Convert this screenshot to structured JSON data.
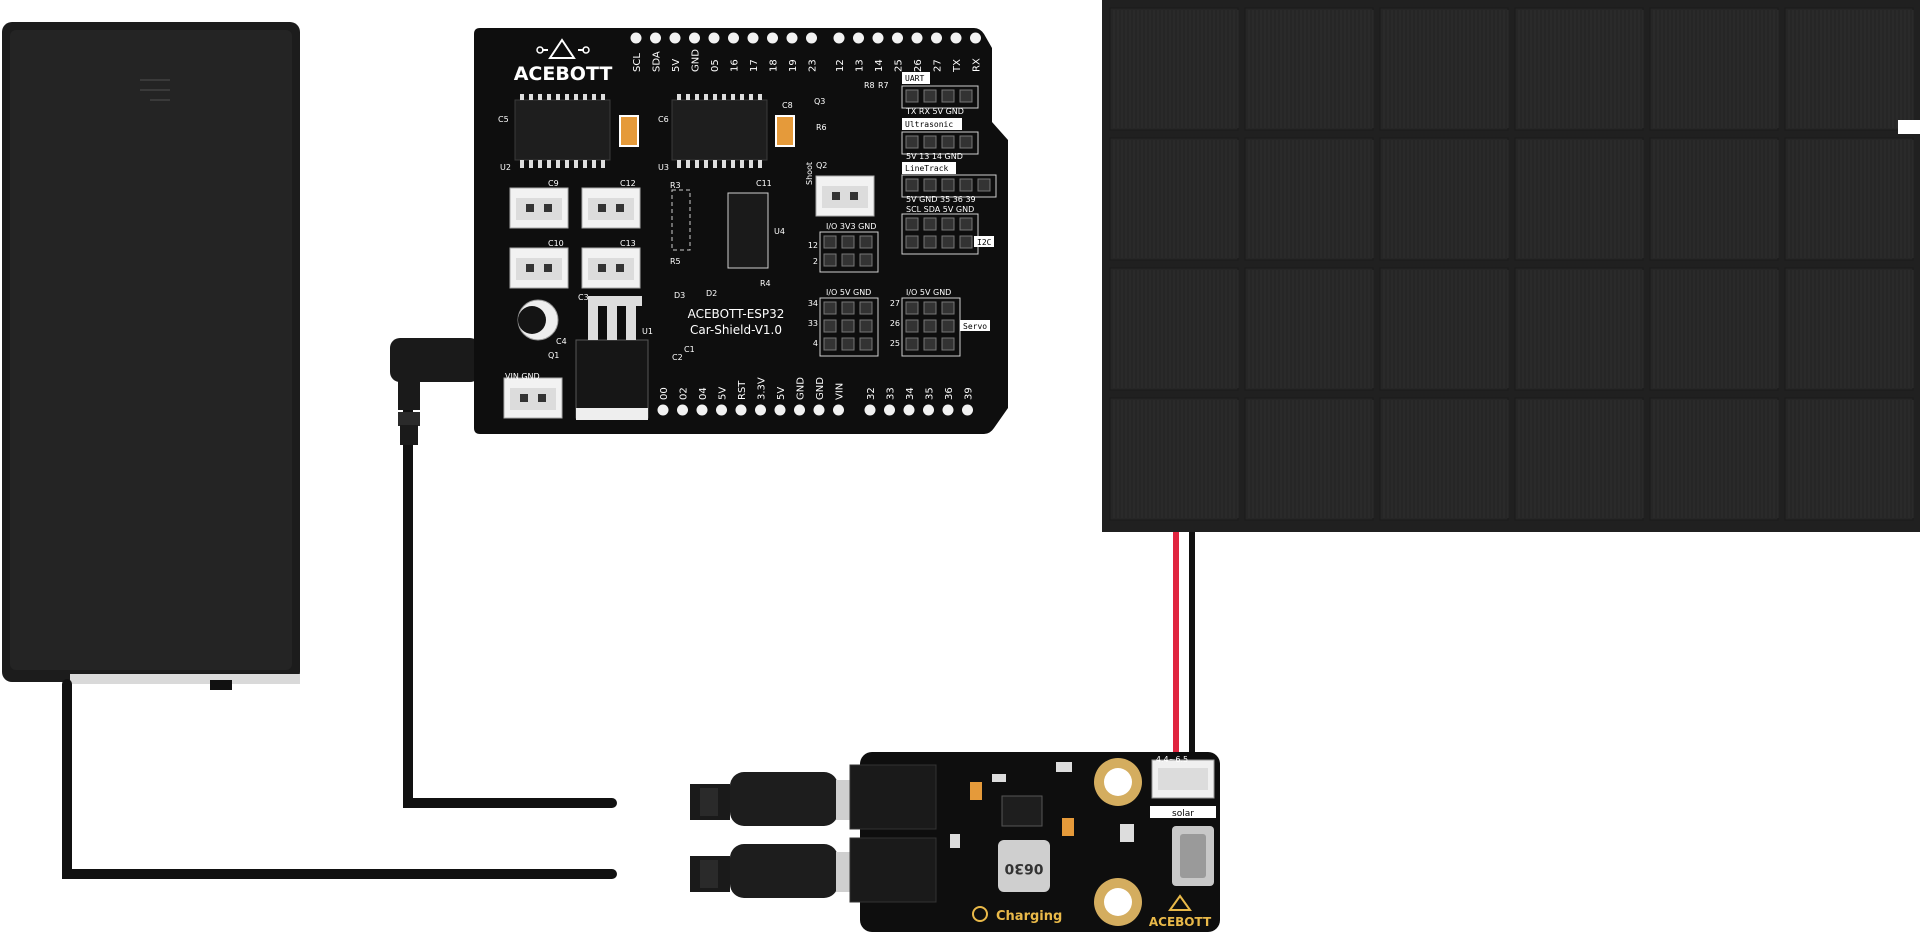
{
  "shield": {
    "logo": "ACEBOTT",
    "name_line1": "ACEBOTT-ESP32",
    "name_line2": "Car-Shield-V1.0",
    "top_pins": [
      "SCL",
      "SDA",
      "5V",
      "GND",
      "05",
      "16",
      "17",
      "18",
      "19",
      "23",
      "12",
      "13",
      "14",
      "25",
      "26",
      "27",
      "TX",
      "RX"
    ],
    "bottom_pins": [
      "00",
      "02",
      "04",
      "5V",
      "RST",
      "3.3V",
      "5V",
      "GND",
      "GND",
      "VIN",
      "32",
      "33",
      "34",
      "35",
      "36",
      "39"
    ],
    "headers": {
      "uart": "UART",
      "uart_pins": "TX  RX  5V GND",
      "ultrasonic": "Ultrasonic",
      "ultrasonic_pins": "5V  13  14 GND",
      "linetrack": "LineTrack",
      "linetrack_pins": "5V GND 35  36  39",
      "i2c_top": "SCL SDA  5V GND",
      "i2c": "I2C",
      "io_header_a": "I/O  3V3 GND",
      "io_header_b": "I/O   5V  GND",
      "io_header_c": "I/O   5V   GND",
      "servo": "Servo",
      "shoot": "Shoot",
      "vin_gnd": "VIN      GND",
      "left_nums_a": [
        "12",
        "2"
      ],
      "left_nums_b": [
        "34",
        "33",
        "4"
      ],
      "left_nums_c": [
        "27",
        "26",
        "25"
      ]
    },
    "components": [
      "C5",
      "U2",
      "C6",
      "U3",
      "C8",
      "C9",
      "C12",
      "C10",
      "C13",
      "C11",
      "R3",
      "R5",
      "U4",
      "D3",
      "D2",
      "R4",
      "C3",
      "C4",
      "U1",
      "Q1",
      "C2",
      "C1",
      "Q3",
      "R8",
      "R7",
      "R6",
      "Q2"
    ]
  },
  "charger": {
    "label": "Charging",
    "logo": "ACEBOTT",
    "solar_label": "solar",
    "voltage_label": "4.4~6.5",
    "inductor": "0630"
  }
}
